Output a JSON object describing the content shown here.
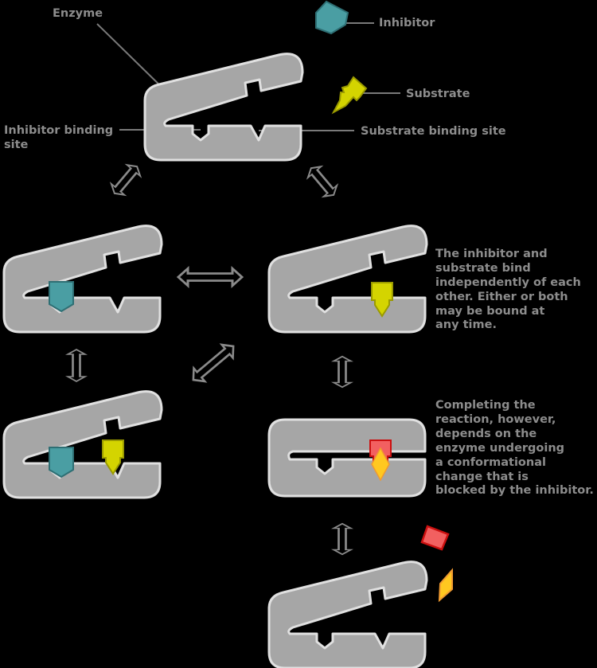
{
  "labels": {
    "enzyme": "Enzyme",
    "inhibitor": "Inhibitor",
    "substrate": "Substrate",
    "inhibitor_binding_site": [
      "Inhibitor binding",
      "site"
    ],
    "substrate_binding_site": "Substrate binding site"
  },
  "notes": {
    "independent_binding": [
      "The inhibitor and",
      "substrate bind",
      "independently of each",
      "other.  Either or both",
      "may be bound at",
      "any time."
    ],
    "conformational_change": [
      "Completing the",
      "reaction, however,",
      "depends on the",
      "enzyme undergoing",
      "a conformational",
      "change that is",
      "blocked by the inhibitor."
    ]
  },
  "states": [
    {
      "name": "free-enzyme",
      "bound": []
    },
    {
      "name": "enzyme-inhibitor",
      "bound": [
        "inhibitor"
      ]
    },
    {
      "name": "enzyme-substrate",
      "bound": [
        "substrate"
      ]
    },
    {
      "name": "enzyme-inhibitor-substrate",
      "bound": [
        "inhibitor",
        "substrate"
      ]
    },
    {
      "name": "closed-enzyme-reacting",
      "bound": [
        "substrate-reacting"
      ]
    },
    {
      "name": "enzyme-products-released",
      "bound": []
    }
  ],
  "colors": {
    "background": "#000000",
    "enzyme_fill": "#a6a6a6",
    "enzyme_outline": "#e0e0e0",
    "inhibitor": "#4a9ea3",
    "inhibitor_outline": "#2e6f74",
    "substrate": "#d4d400",
    "substrate_outline": "#9a9a00",
    "product_red": "#f26060",
    "product_red_outline": "#cc1010",
    "product_orange": "#ffc820",
    "product_orange_outline": "#f09a30",
    "text": "#8c8c8c",
    "arrow": "#8a8a8a"
  }
}
